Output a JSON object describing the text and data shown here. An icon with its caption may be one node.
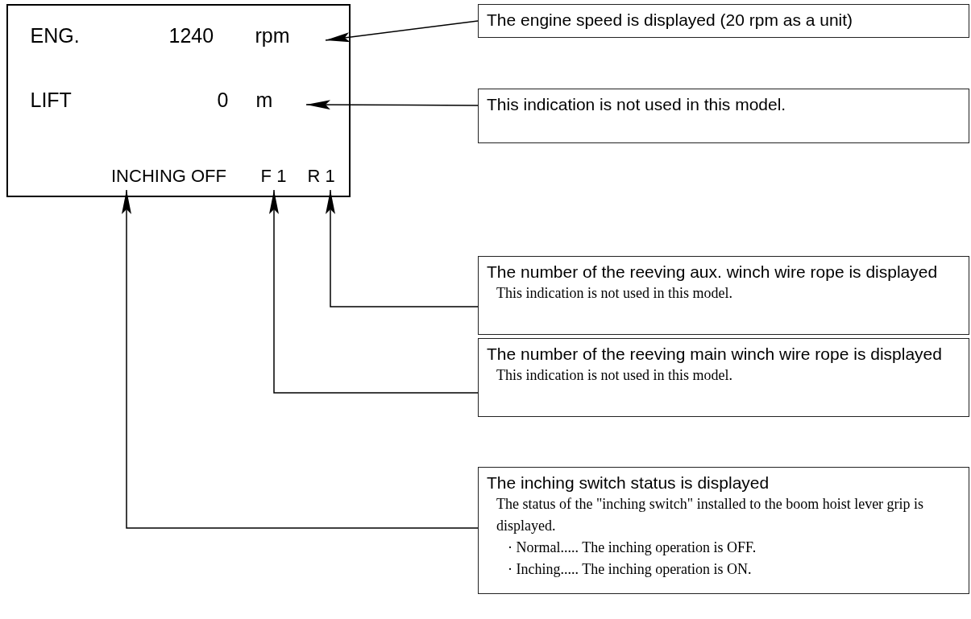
{
  "diagram": {
    "nodes": [
      {
        "text": [],
        "shape": "box"
      },
      {
        "text": [
          "ENG.",
          "1240",
          "rpm"
        ],
        "in": 0
      },
      {
        "text": [
          "LIFT",
          "0",
          "m"
        ],
        "in": 0
      },
      {
        "text": [
          "INCHING OFF"
        ],
        "in": 0
      },
      {
        "text": [
          "F 1"
        ],
        "in": 0
      },
      {
        "text": [
          "R 1"
        ],
        "in": 0
      },
      {
        "text": [
          "The engine speed is displayed (20 rpm as a unit)"
        ]
      },
      {
        "text": [
          "This indication is not used in this model."
        ]
      },
      {
        "text": [
          "The number of the reeving aux. winch wire rope is displayed",
          "This indication is not used in this model."
        ]
      },
      {
        "text": [
          "The number of the reeving main winch wire rope is displayed",
          "This indication is not used in this model."
        ]
      },
      {
        "text": [
          "The inching switch status is displayed",
          "The status of the \"inching switch\" installed to the boom hoist lever grip is displayed.",
          "· Normal..... The inching operation is OFF.",
          "· Inching..... The inching operation is ON."
        ]
      }
    ],
    "edges": [
      {
        "from": 6,
        "to": 1,
        "arrow": "to"
      },
      {
        "from": 7,
        "to": 2,
        "arrow": "to"
      },
      {
        "from": 8,
        "to": 5,
        "arrow": "to"
      },
      {
        "from": 9,
        "to": 4,
        "arrow": "to"
      },
      {
        "from": 10,
        "to": 3,
        "arrow": "to"
      }
    ]
  }
}
